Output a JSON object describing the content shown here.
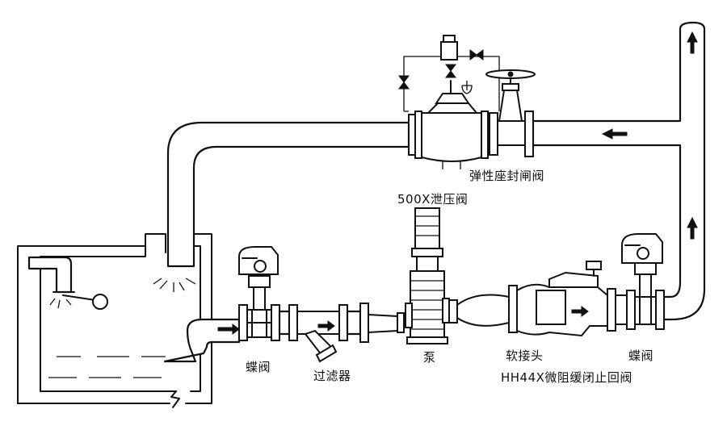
{
  "labels": {
    "resilient_gate_valve": "弹性座封闸阀",
    "relief_valve": "500X泄压阀",
    "butterfly_valve_left": "蝶阀",
    "strainer": "过滤器",
    "pump": "泵",
    "flexible_joint": "软接头",
    "butterfly_valve_right": "蝶阀",
    "check_valve": "HH44X微阻缓闭止回阀"
  }
}
